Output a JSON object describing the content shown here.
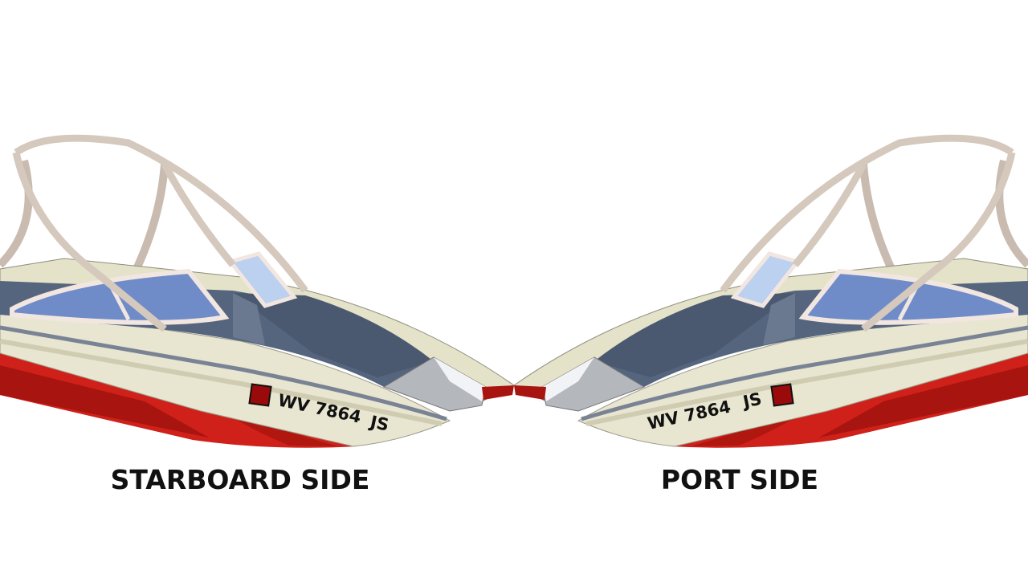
{
  "labels": {
    "starboard": "STARBOARD SIDE",
    "port": "PORT SIDE"
  },
  "registration": {
    "number": "WV 7864",
    "decal": "JS"
  },
  "colors": {
    "hull_red": "#d0201a",
    "hull_dark_red": "#a8140f",
    "cream": "#e8e6d0",
    "interior": "#55657e",
    "glass": "#6f8cc8",
    "tower": "#d5c8bd",
    "validation_decal": "#9b0a0a"
  }
}
